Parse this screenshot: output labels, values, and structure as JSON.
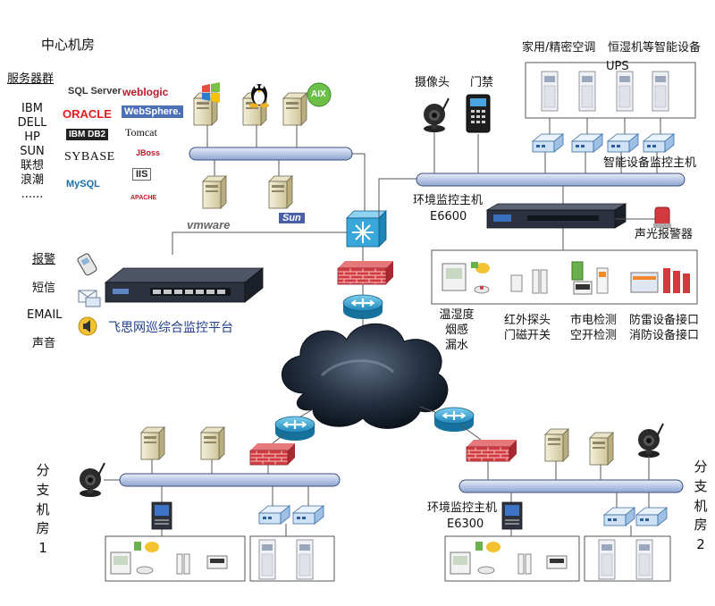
{
  "center_room": {
    "title": "中心机房",
    "server_cluster_label": "服务器群",
    "server_brands": [
      "IBM",
      "DELL",
      "HP",
      "SUN",
      "联想",
      "浪潮",
      "......"
    ],
    "software_logos": [
      "SQL Server",
      "weblogic",
      "ORACLE",
      "WebSphere.",
      "IBM DB2",
      "Tomcat",
      "SYBASE",
      "JBoss",
      "MySQL",
      "IIS",
      "APACHE"
    ],
    "os_labels": [
      "AIX"
    ],
    "virtualization_labels": [
      "vmware",
      "Sun"
    ]
  },
  "alerts": {
    "items": [
      "报警",
      "短信",
      "EMAIL",
      "声音"
    ]
  },
  "platform": {
    "label": "飞思网巡综合监控平台"
  },
  "env_host_main": {
    "label_line1": "环境监控主机",
    "label_line2": "E6600"
  },
  "top_devices": {
    "camera": "摄像头",
    "access": "门禁",
    "ac_label": "家用/精密空调",
    "smart_label": "恒湿机等智能设备",
    "ups": "UPS",
    "smart_host": "智能设备监控主机"
  },
  "alarm_device": {
    "label": "声光报警器"
  },
  "sensors": {
    "groups": [
      {
        "line1": "温湿度",
        "line2": "烟感",
        "line3": "漏水"
      },
      {
        "line1": "红外探头",
        "line2": "门磁开关"
      },
      {
        "line1": "市电检测",
        "line2": "空开检测"
      },
      {
        "line1": "防雷设备接口",
        "line2": "消防设备接口"
      }
    ]
  },
  "branch1": {
    "label_chars": [
      "分",
      "支",
      "机",
      "房",
      "1"
    ]
  },
  "branch2": {
    "label_chars": [
      "分",
      "支",
      "机",
      "房",
      "2"
    ],
    "host_line1": "环境监控主机",
    "host_line2": "E6300"
  },
  "colors": {
    "bus_fill": "#c9d6ee",
    "bus_stroke": "#3b4f79",
    "firewall": "#c8323a",
    "router": "#39a8d6",
    "cloud": "#1c2734"
  }
}
